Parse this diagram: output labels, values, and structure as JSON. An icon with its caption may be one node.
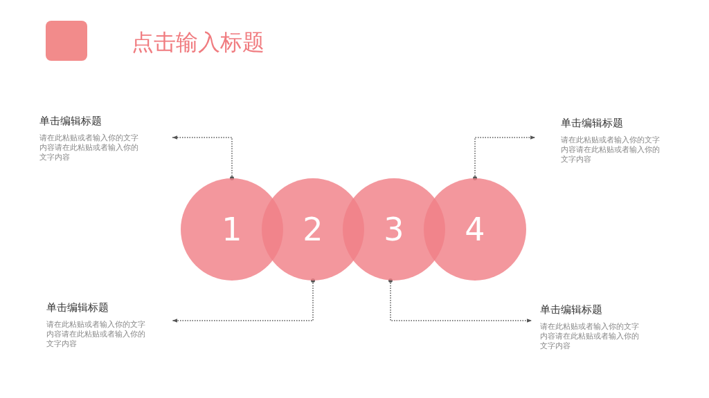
{
  "diagram": {
    "title": "点击输入标题",
    "nodes": [
      {
        "text": [
          "单击编辑标题",
          "请在此粘贴或者输入你的文字内容请在此粘贴或者输入你的文字内容"
        ]
      },
      {
        "text": [
          "单击编辑标题",
          "请在此粘贴或者输入你的文字内容请在此粘贴或者输入你的文字内容"
        ]
      },
      {
        "text": [
          "1"
        ]
      },
      {
        "text": [
          "2"
        ]
      },
      {
        "text": [
          "3"
        ]
      },
      {
        "text": [
          "4"
        ]
      },
      {
        "text": [
          "单击编辑标题",
          "请在此粘贴或者输入你的文字内容请在此粘贴或者输入你的文字内容"
        ]
      },
      {
        "text": [
          "单击编辑标题",
          "请在此粘贴或者输入你的文字内容请在此粘贴或者输入你的文字内容"
        ]
      }
    ],
    "edges": [
      {
        "from": 2,
        "to": 0,
        "arrow": "to",
        "style": "dashed"
      },
      {
        "from": 5,
        "to": 1,
        "arrow": "to",
        "style": "dashed"
      },
      {
        "from": 3,
        "to": 6,
        "arrow": "to",
        "style": "dashed"
      },
      {
        "from": 4,
        "to": 7,
        "arrow": "to",
        "style": "dashed"
      }
    ]
  }
}
